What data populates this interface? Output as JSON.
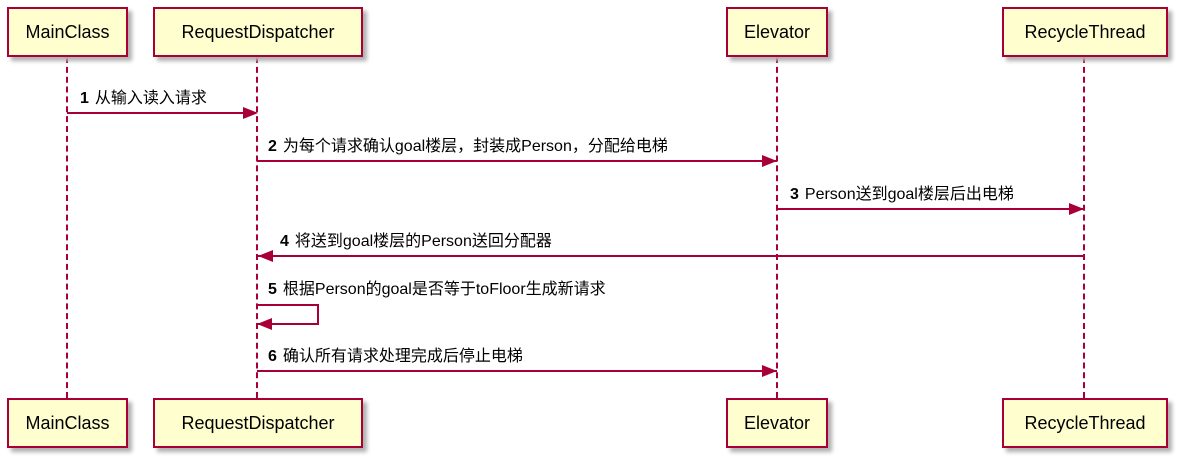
{
  "diagram_type": "uml-sequence-diagram",
  "colors": {
    "participant_fill": "#FEFECE",
    "participant_border": "#A80036",
    "lifeline": "#A80036",
    "arrow": "#A80036",
    "text": "#000000",
    "background": "#FFFFFF"
  },
  "participants": [
    {
      "name": "MainClass"
    },
    {
      "name": "RequestDispatcher"
    },
    {
      "name": "Elevator"
    },
    {
      "name": "RecycleThread"
    }
  ],
  "messages": [
    {
      "num": "1",
      "text": "从输入读入请求",
      "from": "MainClass",
      "to": "RequestDispatcher"
    },
    {
      "num": "2",
      "text": "为每个请求确认goal楼层，封装成Person，分配给电梯",
      "from": "RequestDispatcher",
      "to": "Elevator"
    },
    {
      "num": "3",
      "text": "Person送到goal楼层后出电梯",
      "from": "Elevator",
      "to": "RecycleThread"
    },
    {
      "num": "4",
      "text": "将送到goal楼层的Person送回分配器",
      "from": "RecycleThread",
      "to": "RequestDispatcher"
    },
    {
      "num": "5",
      "text": "根据Person的goal是否等于toFloor生成新请求",
      "from": "RequestDispatcher",
      "to": "RequestDispatcher"
    },
    {
      "num": "6",
      "text": "确认所有请求处理完成后停止电梯",
      "from": "RequestDispatcher",
      "to": "Elevator"
    }
  ]
}
